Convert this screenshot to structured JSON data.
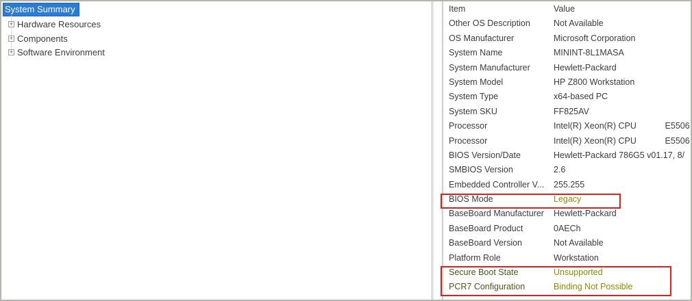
{
  "tree": {
    "selected": {
      "label": "System Summary"
    },
    "expander_glyph": "+",
    "items": [
      {
        "label": "Hardware Resources"
      },
      {
        "label": "Components"
      },
      {
        "label": "Software Environment"
      }
    ]
  },
  "details": {
    "columns": {
      "item": "Item",
      "value": "Value"
    },
    "rows": [
      {
        "item": "Other OS Description",
        "value": "Not Available"
      },
      {
        "item": "OS Manufacturer",
        "value": "Microsoft Corporation"
      },
      {
        "item": "System Name",
        "value": "MININT-8L1MASA"
      },
      {
        "item": "System Manufacturer",
        "value": "Hewlett-Packard"
      },
      {
        "item": "System Model",
        "value": "HP Z800 Workstation"
      },
      {
        "item": "System Type",
        "value": "x64-based PC"
      },
      {
        "item": "System SKU",
        "value": "FF825AV"
      },
      {
        "item": "Processor",
        "value": "Intel(R) Xeon(R) CPU            E5506"
      },
      {
        "item": "Processor",
        "value": "Intel(R) Xeon(R) CPU            E5506"
      },
      {
        "item": "BIOS Version/Date",
        "value": "Hewlett-Packard 786G5 v01.17, 8/"
      },
      {
        "item": "SMBIOS Version",
        "value": "2.6"
      },
      {
        "item": "Embedded Controller V...",
        "value": "255.255"
      },
      {
        "item": "BIOS Mode",
        "value": "Legacy",
        "olive_value": true
      },
      {
        "item": "BaseBoard Manufacturer",
        "value": "Hewlett-Packard"
      },
      {
        "item": "BaseBoard Product",
        "value": "0AECh"
      },
      {
        "item": "BaseBoard Version",
        "value": "Not Available"
      },
      {
        "item": "Platform Role",
        "value": "Workstation"
      },
      {
        "item": "Secure Boot State",
        "value": "Unsupported",
        "olive_item": true,
        "olive_value": true
      },
      {
        "item": "PCR7 Configuration",
        "value": "Binding Not Possible",
        "olive_item": true,
        "olive_value": true
      }
    ]
  },
  "annotations": {
    "red_box_color": "#e41e1a",
    "boxes": [
      {
        "name": "bios-mode-red-box",
        "target": "BIOS Mode row"
      },
      {
        "name": "secure-boot-red-box",
        "target": "Secure Boot State and PCR7 Configuration rows"
      }
    ]
  },
  "colors": {
    "selection_bg": "#2c7cd5",
    "selection_text": "#ffffff",
    "text": "#3c3c3c",
    "olive_item_text": "#54541e",
    "olive_value_text": "#8d8d00",
    "outer_border": "#b3b6ae"
  }
}
